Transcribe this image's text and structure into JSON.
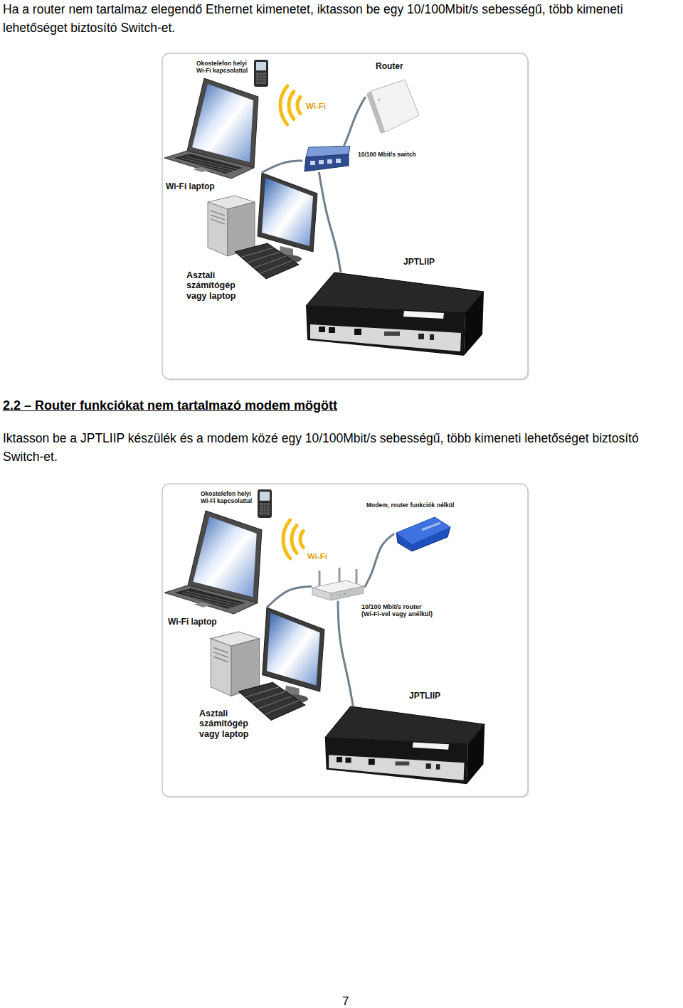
{
  "diagram": {
    "title": "2.2 – Router funkciókat nem tartalmazó modem mögött",
    "nodes": [
      {
        "text": [
          "Okostelefon helyi Wi-Fi kapcsolattal"
        ]
      },
      {
        "text": [
          "Router"
        ]
      },
      {
        "text": [
          "10/100 Mbit/s switch"
        ]
      },
      {
        "text": [
          "Wi-Fi laptop"
        ]
      },
      {
        "text": [
          "Asztali számítógép vagy laptop"
        ]
      },
      {
        "text": [
          "JPTLIIP"
        ]
      },
      {
        "text": [
          "Okostelefon helyi Wi-Fi kapcsolattal"
        ]
      },
      {
        "text": [
          "Modem, router funkciók nélkül"
        ]
      },
      {
        "text": [
          "10/100 Mbit/s router (Wi-Fi-vel vagy anélkül)"
        ]
      },
      {
        "text": [
          "Wi-Fi laptop"
        ]
      },
      {
        "text": [
          "Asztali számítógép vagy laptop"
        ]
      },
      {
        "text": [
          "JPTLIIP"
        ]
      }
    ],
    "edges": [
      {
        "from": 1,
        "to": 2,
        "arrow": "none"
      },
      {
        "from": 2,
        "to": 4,
        "arrow": "none"
      },
      {
        "from": 2,
        "to": 5,
        "arrow": "none"
      },
      {
        "from": 7,
        "to": 8,
        "arrow": "none"
      },
      {
        "from": 8,
        "to": 10,
        "arrow": "none"
      },
      {
        "from": 8,
        "to": 11,
        "arrow": "none"
      }
    ],
    "labels": [
      "Ha a router nem tartalmaz elegendő Ethernet kimenetet, iktasson be egy 10/100Mbit/s sebességű, több kimeneti lehetőséget biztosító Switch-et.",
      "Wi-Fi",
      "Iktasson be a JPTLIIP készülék és a modem közé egy 10/100Mbit/s sebességű, több kimeneti lehetőséget biztosító Switch-et.",
      "Wi-Fi",
      "7"
    ]
  }
}
